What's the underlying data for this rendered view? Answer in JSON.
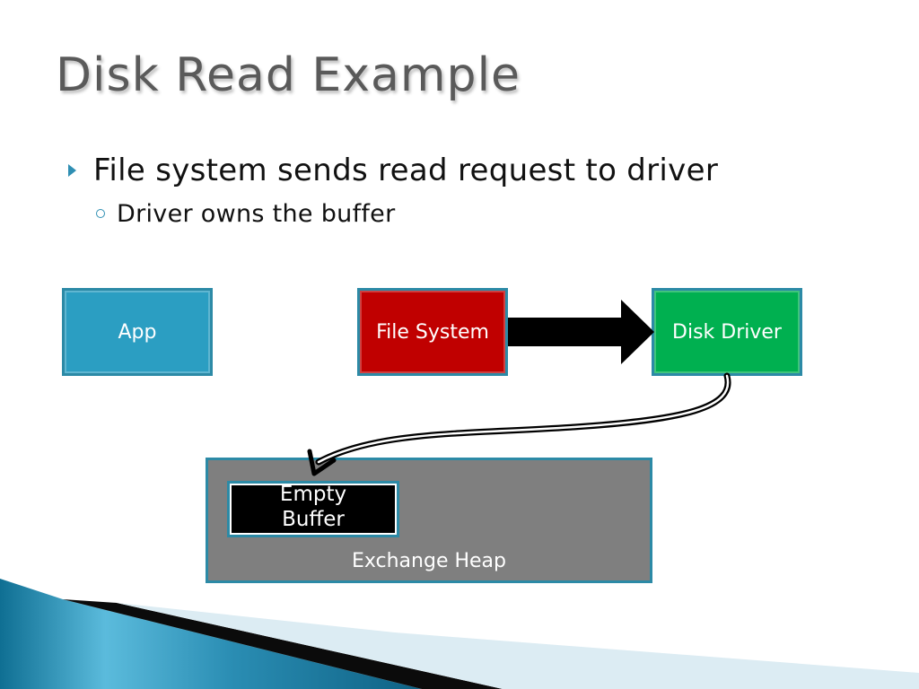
{
  "slide": {
    "title": "Disk Read Example",
    "bullets": [
      {
        "text": "File system sends read request to driver",
        "sub": [
          "Driver owns the buffer"
        ]
      }
    ]
  },
  "diagram": {
    "nodes": {
      "app": {
        "label": "App",
        "color": "#2b9ec2"
      },
      "file_system": {
        "label": "File System",
        "color": "#c00000"
      },
      "disk_driver": {
        "label": "Disk Driver",
        "color": "#00b050"
      },
      "exchange_heap": {
        "label": "Exchange Heap",
        "color": "#7f7f7f"
      },
      "empty_buffer": {
        "label_line1": "Empty",
        "label_line2": "Buffer",
        "color": "#000000"
      }
    },
    "edges": [
      {
        "from": "file_system",
        "to": "disk_driver",
        "style": "block-arrow"
      },
      {
        "from": "disk_driver",
        "to": "empty_buffer",
        "style": "curved-arrow"
      }
    ]
  },
  "theme": {
    "accent": "#2f8fb3",
    "border": "#2c8aa6"
  }
}
